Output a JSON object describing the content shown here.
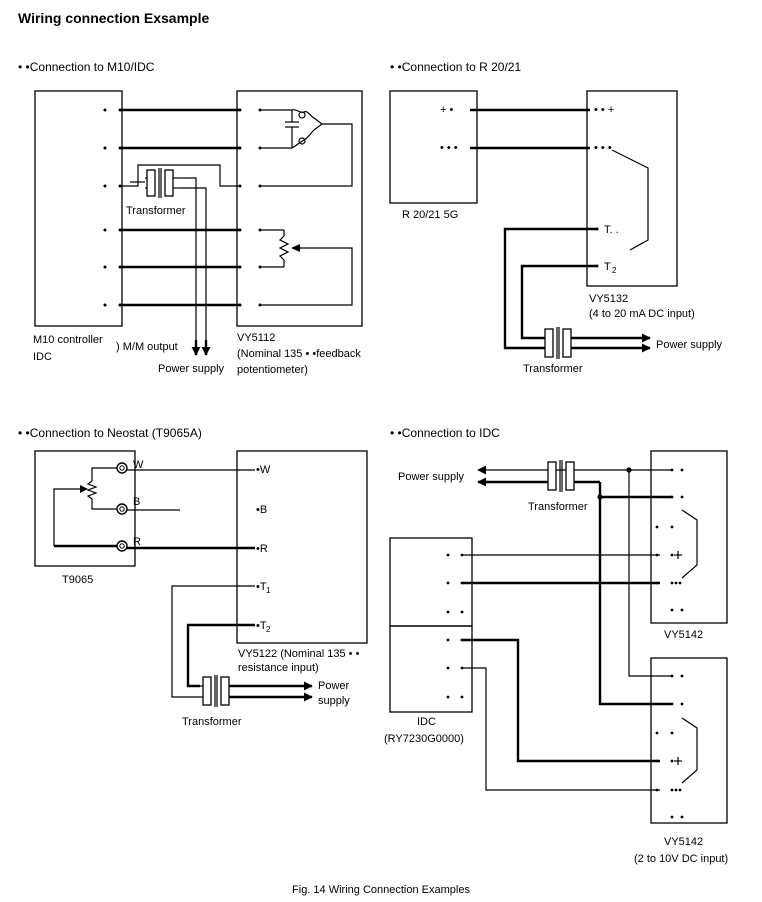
{
  "title": "Wiring connection Exsample",
  "caption": "Fig. 14   Wiring Connection Examples",
  "sections": {
    "m10": {
      "heading": "•  •Connection to M10/IDC",
      "controller_line1": "M10 controller",
      "controller_line2": "IDC",
      "mm_output": ") M/M output",
      "transformer": "Transformer",
      "power_supply": "Power supply",
      "motor_line1": "VY5112",
      "motor_line2": "(Nominal  135  •  •feedback",
      "motor_line3": "potentiometer)"
    },
    "r2021": {
      "heading": "•  •Connection to R 20/21",
      "controller": "R 20/21 5G",
      "term_plus": "+  •",
      "term_dots": "• • •",
      "motor_plus": "•  •  +",
      "motor_dots": "•  • •",
      "t1": "T. .",
      "t2": "T",
      "t2_sub": "2",
      "motor_line1": "VY5132",
      "motor_line2": "(4 to 20 mA DC input)",
      "power_supply": "Power supply",
      "transformer": "Transformer"
    },
    "neostat": {
      "heading": "•  •Connection to Neostat (T9065A)",
      "term_w": "W",
      "term_b": "B",
      "term_r": "R",
      "device": "T9065",
      "motor_w": "•W",
      "motor_b": "•B",
      "motor_r": "•R",
      "motor_t1": "•T",
      "motor_t1_sub": "1",
      "motor_t2": "•T",
      "motor_t2_sub": "2",
      "motor_line1": "VY5122 (Nominal 135  •  •",
      "motor_line2": "resistance input)",
      "power_line1": "Power",
      "power_line2": "supply",
      "transformer": "Transformer"
    },
    "idc": {
      "heading": "•  •Connection to IDC",
      "power_supply": "Power supply",
      "transformer": "Transformer",
      "motor_a": "VY5142",
      "controller_line1": "IDC",
      "controller_line2": "(RY7230G0000)",
      "motor_b_line1": "VY5142",
      "motor_b_line2": "(2 to 10V DC input)"
    }
  }
}
